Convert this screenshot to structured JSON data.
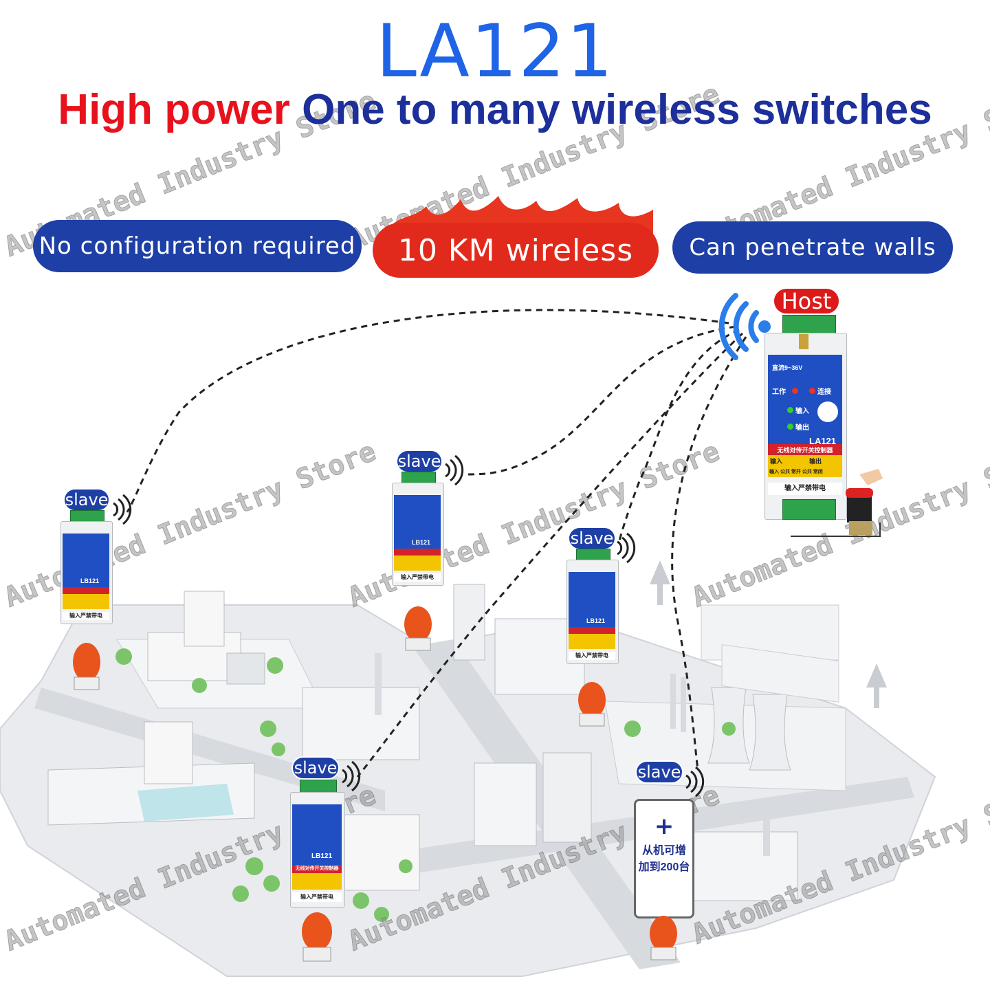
{
  "title": "LA121",
  "headline": {
    "red_part": "High power",
    "blue_part": "One to many wireless switches"
  },
  "features": {
    "left": "No configuration required",
    "center": "10 KM wireless",
    "right": "Can penetrate walls"
  },
  "host": {
    "tag": "Host",
    "model": "LA121",
    "subtitle": "无线对传开关控制器",
    "power": "直流9~36V",
    "led_work": "工作",
    "led_link": "连接",
    "led_input": "输入",
    "led_output": "输出",
    "section_input": "输入",
    "section_output": "输出",
    "terminals": "输入 公共 常开 公共 常闭",
    "warning": "输入严禁带电"
  },
  "slave_tag": "slave",
  "slave_model": "LB121",
  "slave_subtitle": "无线对传开关控制器",
  "slave_warning": "输入严禁带电",
  "add_slave": {
    "plus": "+",
    "line1": "从机可增",
    "line2": "加到200台"
  },
  "watermark": "Automated Industry Store",
  "colors": {
    "title_blue": "#1f63e6",
    "headline_red": "#e8121c",
    "headline_blue": "#1c2f9a",
    "pill_blue": "#1d3fa6",
    "pill_red": "#e22a1c",
    "module_panel": "#1f4fc2"
  }
}
